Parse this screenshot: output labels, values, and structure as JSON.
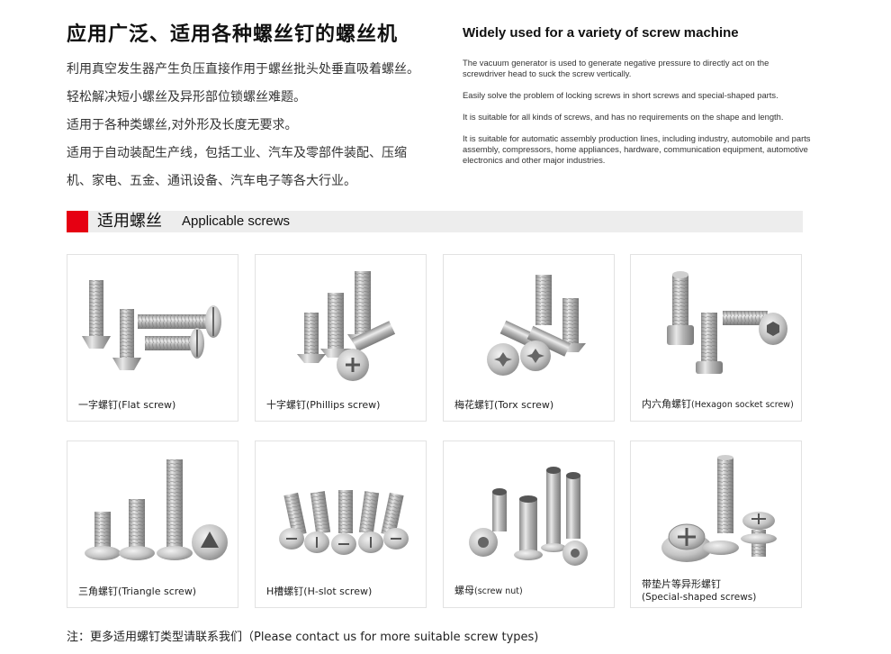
{
  "intro": {
    "cn_title": "应用广泛、适用各种螺丝钉的螺丝机",
    "cn_lines": [
      "利用真空发生器产生负压直接作用于螺丝批头处垂直吸着螺丝。",
      "轻松解决短小螺丝及异形部位锁螺丝难题。",
      "适用于各种类螺丝,对外形及长度无要求。",
      "适用于自动装配生产线，包括工业、汽车及零部件装配、压缩",
      "机、家电、五金、通讯设备、汽车电子等各大行业。"
    ],
    "en_title": "Widely used for a variety of screw machine",
    "en_paras": [
      "The vacuum generator is used to generate negative pressure to directly act on the screwdriver head to suck the screw vertically.",
      "Easily solve the problem of locking screws in short screws and special-shaped parts.",
      "It is suitable for all kinds of screws, and has no requirements on the shape and length.",
      "It is suitable for automatic assembly production lines, including industry, automobile and parts assembly, compressors, home appliances, hardware, communication equipment, automotive electronics and other major industries."
    ]
  },
  "section": {
    "title_cn": "适用螺丝",
    "title_en": "Applicable screws",
    "accent_color": "#e60012"
  },
  "screws": [
    {
      "cn": "一字螺钉",
      "en": "(Flat screw)",
      "icon": "flat-screw-image"
    },
    {
      "cn": "十字螺钉",
      "en": "(Phillips screw)",
      "icon": "phillips-screw-image"
    },
    {
      "cn": "梅花螺钉",
      "en": "(Torx screw)",
      "icon": "torx-screw-image"
    },
    {
      "cn": "内六角螺钉",
      "en": "(Hexagon socket screw)",
      "icon": "hexagon-socket-screw-image"
    },
    {
      "cn": "三角螺钉",
      "en": "(Triangle screw)",
      "icon": "triangle-screw-image"
    },
    {
      "cn": "H槽螺钉",
      "en": "(H-slot screw)",
      "icon": "h-slot-screw-image"
    },
    {
      "cn": "螺母",
      "en": "(screw nut)",
      "icon": "screw-nut-image"
    },
    {
      "cn": "带垫片等异形螺钉",
      "en": "(Special-shaped screws)",
      "icon": "special-shaped-screw-image"
    }
  ],
  "note": "注：更多适用螺钉类型请联系我们（Please contact us for more suitable screw types)"
}
